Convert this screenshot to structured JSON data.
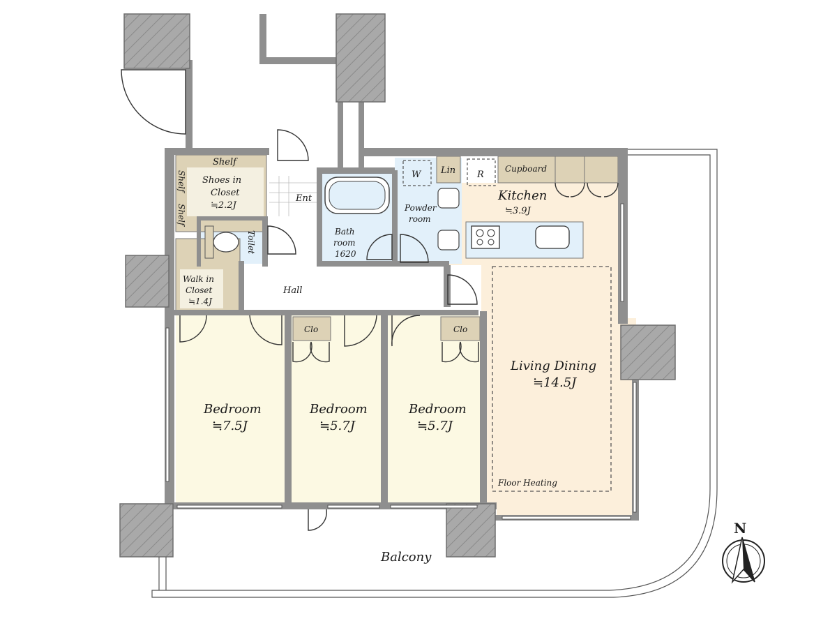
{
  "rooms": {
    "shoes_closet": {
      "name_line1": "Shoes in",
      "name_line2": "Closet",
      "area": "≒2.2J"
    },
    "shelf_top": "Shelf",
    "shelf_left_a": "Shelf",
    "shelf_left_b": "Shelf",
    "entrance": "Ent",
    "toilet": "Toilet",
    "walk_in_closet": {
      "name_line1": "Walk in",
      "name_line2": "Closet",
      "area": "≒1.4J"
    },
    "bath": {
      "line1": "Bath",
      "line2": "room",
      "line3": "1620"
    },
    "washer": "W",
    "linen": "Lin",
    "refrigerator": "R",
    "powder": {
      "line1": "Powder",
      "line2": "room"
    },
    "cupboard": "Cupboard",
    "kitchen": {
      "name": "Kitchen",
      "area": "≒3.9J"
    },
    "hall": "Hall",
    "closet_1": "Clo",
    "closet_2": "Clo",
    "bedroom_1": {
      "name": "Bedroom",
      "area": "≒7.5J"
    },
    "bedroom_2": {
      "name": "Bedroom",
      "area": "≒5.7J"
    },
    "bedroom_3": {
      "name": "Bedroom",
      "area": "≒5.7J"
    },
    "living_dining": {
      "name": "Living Dining",
      "area": "≒14.5J"
    },
    "floor_heating": "Floor Heating",
    "balcony": "Balcony"
  },
  "compass": {
    "label": "N"
  },
  "colors": {
    "bedroom_fill": "#fcf9e3",
    "living_fill": "#fcefdb",
    "wet_area_fill": "#e2f0fa",
    "storage_fill": "#ddd2b6",
    "wall": "#8f8f8f",
    "column": "#a9a9a9"
  }
}
